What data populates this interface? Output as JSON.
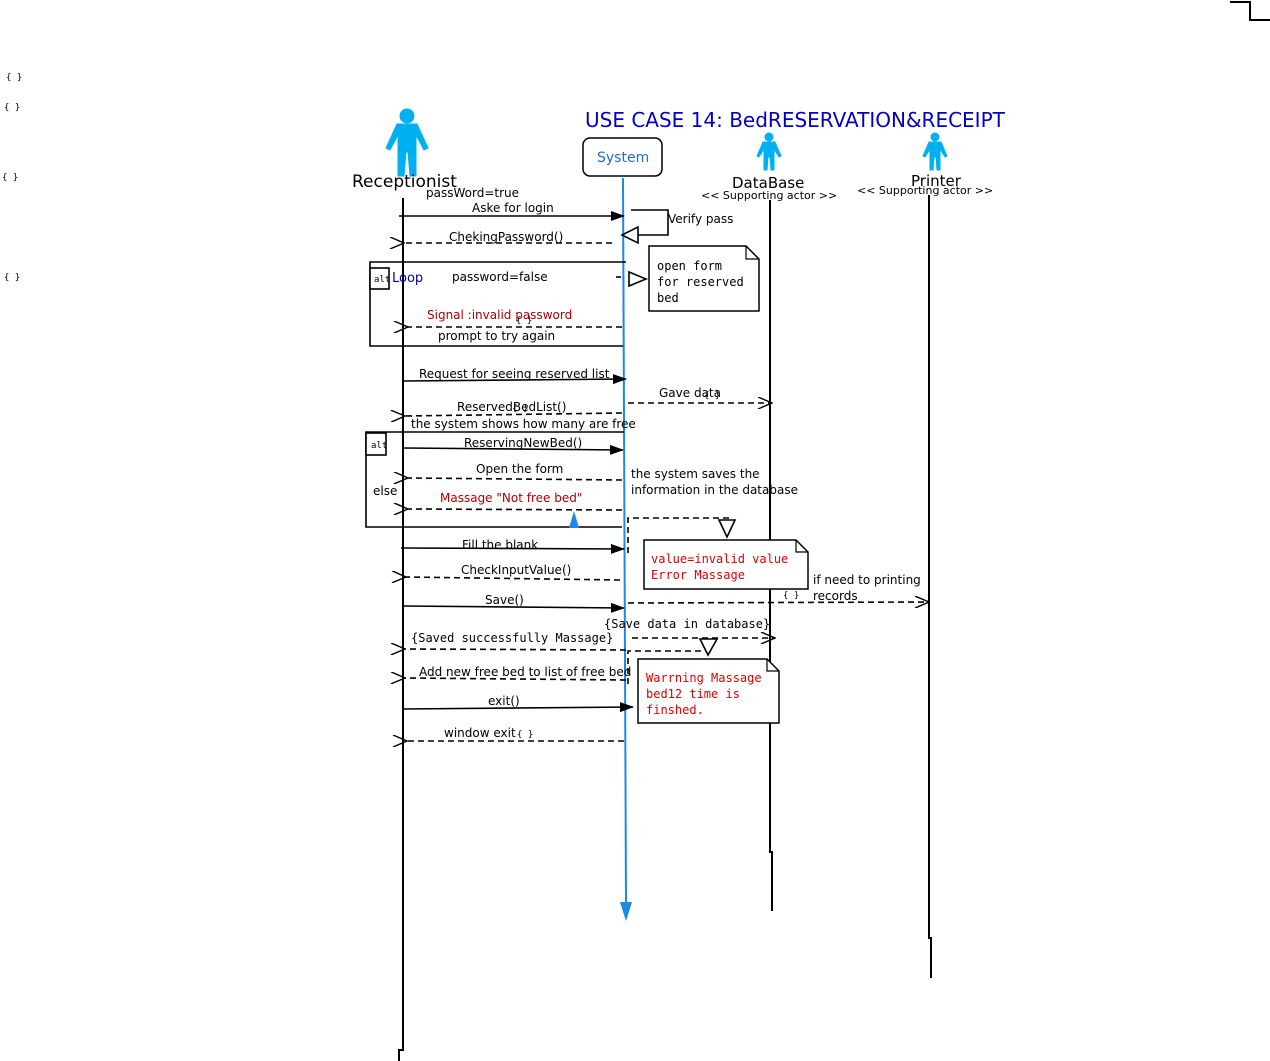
{
  "title": "USE CASE 14: BedRESERVATION&RECEIPT",
  "margin_brackets": [
    "{ }",
    "{ }",
    "{ }",
    "{ }"
  ],
  "actors": {
    "receptionist": "Receptionist",
    "system": "System",
    "database": "DataBase",
    "printer": "Printer",
    "supporting": "<< Supporting actor >>"
  },
  "messages": {
    "password_true": "passWord=true",
    "aske_login": "Aske for login",
    "verify_pass": "Verify pass",
    "cheking_password": "ChekingPassword()",
    "password_false": "password=false",
    "signal_invalid": "Signal :invalid password",
    "signal_braces": "{ }",
    "prompt_try": "prompt to try again",
    "request_reserved": "Request for seeing reserved list",
    "gave_data": "Gave data",
    "gave_braces": "{ }",
    "reserved_list": "ReservedBedList()",
    "reserved_braces": "{ }",
    "shows_free": "the system shows how many are free",
    "reserving_new": "ReservingNewBed()",
    "open_form": "Open the form",
    "massage_not_free": "Massage \"Not free bed\"",
    "saves_line1": "the system saves the",
    "saves_line2": "information in the database",
    "fill_blank": "Fill the blank",
    "check_input": "CheckInputValue()",
    "if_need_line1": "if need to printing",
    "if_need_line2": "records",
    "printing_braces": "{ }",
    "save": "Save()",
    "save_data_db": "{Save data in database}",
    "saved_success": "{Saved successfully Massage}",
    "add_free_bed": "Add new free bed to list of free bed",
    "exit": "exit()",
    "window_exit": "window exit",
    "window_braces": "{ }"
  },
  "fragments": {
    "alt1": "alt",
    "loop": "Loop",
    "alt2": "alt",
    "else": "else"
  },
  "notes": {
    "open_form": [
      "open form",
      "for reserved",
      "bed"
    ],
    "invalid_value": [
      "value=invalid value",
      "Error Massage"
    ],
    "warning": [
      "Warrning Massage",
      "bed12 time is",
      "finshed."
    ]
  },
  "colors": {
    "title": "#0000cc",
    "actor_icon": "#00b0f0",
    "system_line": "#1e88e5",
    "error_text": "#b00000",
    "note_red": "#e00000"
  }
}
